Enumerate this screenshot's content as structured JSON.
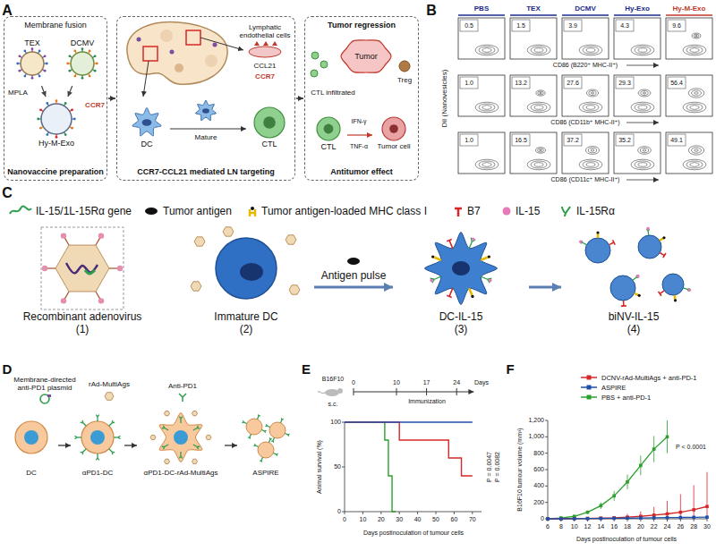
{
  "diagram": {
    "nodes": [
      {
        "text": [
          "Nanovaccine preparation"
        ]
      },
      {
        "text": [
          "TEX"
        ],
        "in": 0
      },
      {
        "text": [
          "DCMV"
        ],
        "in": 0
      },
      {
        "text": [
          "Hy-M-Exo"
        ],
        "in": 0
      },
      {
        "text": [
          "CCR7-CCL21 mediated LN targeting"
        ]
      },
      {
        "text": [
          "DC"
        ],
        "in": 4
      },
      {
        "text": [
          "CTL"
        ],
        "in": 4
      },
      {
        "text": [
          "Antitumor effect"
        ]
      },
      {
        "text": [
          "Tumor"
        ],
        "in": 7
      },
      {
        "text": [
          "CTL"
        ],
        "in": 7
      },
      {
        "text": [
          "Tumor cell"
        ],
        "in": 7
      },
      {
        "text": [
          "Recombinant adenovirus",
          "(1)"
        ]
      },
      {
        "text": [
          "Immature DC",
          "(2)"
        ]
      },
      {
        "text": [
          "DC-IL-15",
          "(3)"
        ]
      },
      {
        "text": [
          "biNV-IL-15",
          "(4)"
        ]
      },
      {
        "text": [
          "DC"
        ]
      },
      {
        "text": [
          "αPD1-DC"
        ]
      },
      {
        "text": [
          "αPD1-DC-rAd-MultiAgs"
        ]
      },
      {
        "text": [
          "ASPIRE"
        ]
      }
    ],
    "edges": [
      {
        "from": 1,
        "to": 3,
        "arrow": "to"
      },
      {
        "from": 2,
        "to": 3,
        "arrow": "to"
      },
      {
        "from": 0,
        "to": 4,
        "arrow": "to"
      },
      {
        "from": 5,
        "to": 6,
        "arrow": "to"
      },
      {
        "from": 4,
        "to": 7,
        "arrow": "to"
      },
      {
        "from": 9,
        "to": 10,
        "arrow": "to"
      },
      {
        "from": 12,
        "to": 13,
        "arrow": "to",
        "label": "Antigen pulse"
      },
      {
        "from": 13,
        "to": 14,
        "arrow": "to"
      },
      {
        "from": 15,
        "to": 16,
        "arrow": "to"
      },
      {
        "from": 16,
        "to": 17,
        "arrow": "to"
      },
      {
        "from": 17,
        "to": 18,
        "arrow": "to"
      }
    ],
    "labels": [
      "A",
      "Membrane fusion",
      "MPLA",
      "CCR7",
      "Lymphatic endothelial cells",
      "CCL21",
      "CCR7",
      "Mature",
      "Tumor regression",
      "Treg",
      "CTL infiltrated",
      "IFN-γ",
      "TNF-α",
      "B",
      "PBS",
      "TEX",
      "DCMV",
      "Hy-Exo",
      "Hy-M-Exo",
      "0.5",
      "1.5",
      "3.9",
      "4.3",
      "9.6",
      "1.0",
      "13.2",
      "27.6",
      "29.3",
      "56.4",
      "1.0",
      "16.5",
      "37.2",
      "35.2",
      "49.1",
      "CD86 (B220⁺ MHC-II⁺)",
      "CD86 (CD11b⁺ MHC-II⁺)",
      "CD86 (CD11c⁺ MHC-II⁺)",
      "DiI (Nanovesicles)",
      "C",
      "D",
      "Membrane-directed anti-PD1 plasmid",
      "rAd-MultiAgs",
      "Anti-PD1",
      "E",
      "B16F10",
      "s.c.",
      "0",
      "10",
      "17",
      "24",
      "Days",
      "Immunization",
      "100",
      "50",
      "0",
      "0",
      "10",
      "20",
      "30",
      "40",
      "50",
      "60",
      "70",
      "Animal survival (%)",
      "Days postinoculation of tumour cells",
      "P = 0.0047",
      "P = 0.0082",
      "F",
      "1,200",
      "1,000",
      "800",
      "600",
      "400",
      "200",
      "0",
      "6",
      "8",
      "10",
      "12",
      "14",
      "16",
      "18",
      "20",
      "22",
      "24",
      "26",
      "28",
      "30",
      "B16F10 tumour volume (mm³)",
      "Days postinoculation of tumour cells",
      "P < 0.0001"
    ],
    "legend": [
      {
        "text": "IL-15/1L-15Rα gene"
      },
      {
        "text": "Tumor antigen"
      },
      {
        "text": "Tumor antigen-loaded MHC class I"
      },
      {
        "text": "B7"
      },
      {
        "text": "IL-15"
      },
      {
        "text": "IL-15Rα"
      },
      {
        "text": "DCNV-rAd-MultiAgs + anti-PD-1",
        "color": "#d62728"
      },
      {
        "text": "ASPIRE",
        "color": "#1f4fa8"
      },
      {
        "text": "PBS + anti-PD-1",
        "color": "#2ca02c"
      }
    ]
  }
}
